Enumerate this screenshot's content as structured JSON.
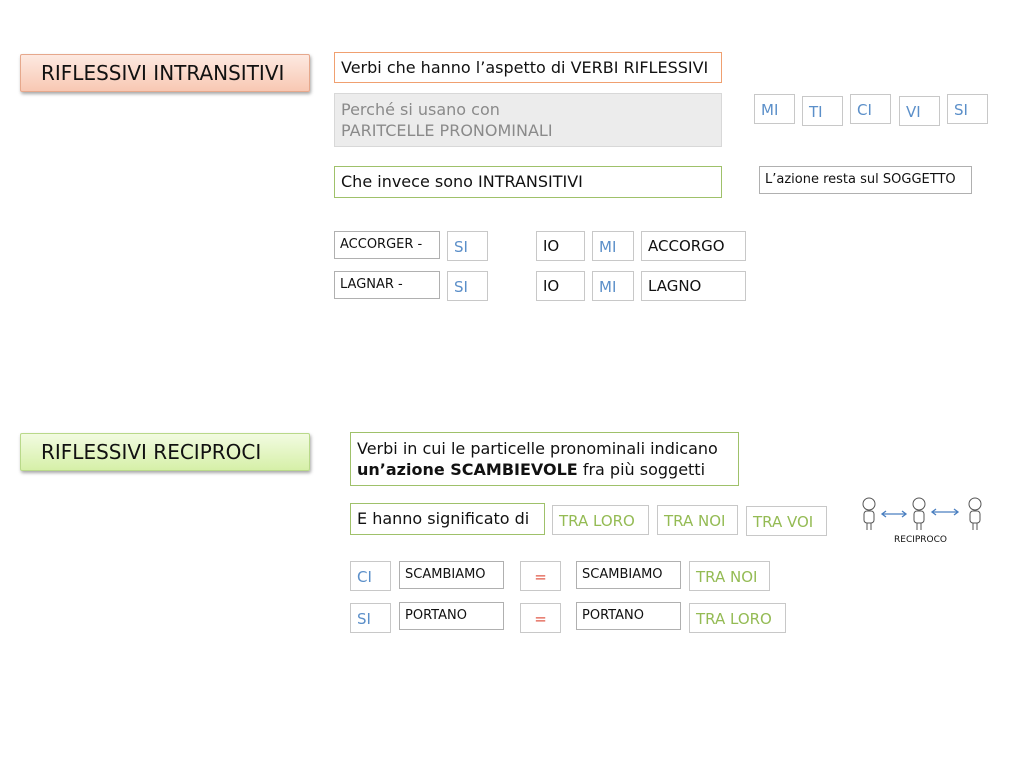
{
  "intransitivi": {
    "title": "RIFLESSIVI INTRANSITIVI",
    "desc1": "Verbi che hanno l’aspetto di VERBI RIFLESSIVI",
    "desc2_line1": "Perché si usano con",
    "desc2_line2": "PARITCELLE PRONOMINALI",
    "desc3": "Che invece sono INTRANSITIVI",
    "note": "L’azione resta sul SOGGETTO",
    "pronouns": [
      "MI",
      "TI",
      "CI",
      "VI",
      "SI"
    ],
    "examples": [
      {
        "verb": "ACCORGER -",
        "particle": "SI",
        "subject": "IO",
        "pronoun": "MI",
        "form": "ACCORGO"
      },
      {
        "verb": "LAGNAR -",
        "particle": "SI",
        "subject": "IO",
        "pronoun": "MI",
        "form": "LAGNO"
      }
    ]
  },
  "reciproci": {
    "title": "RIFLESSIVI RECIPROCI",
    "desc_line1": "Verbi in cui le particelle pronominali indicano",
    "desc_bold": "un’azione SCAMBIEVOLE",
    "desc_rest": " fra più soggetti",
    "meaning_label": "E hanno significato di",
    "meanings": [
      "TRA LORO",
      "TRA NOI",
      "TRA VOI"
    ],
    "figure_caption": "RECIPROCO",
    "examples": [
      {
        "particle": "CI",
        "verb": "SCAMBIAMO",
        "equals": "=",
        "verb2": "SCAMBIAMO",
        "meaning": "TRA NOI"
      },
      {
        "particle": "SI",
        "verb": "PORTANO",
        "equals": "=",
        "verb2": "PORTANO",
        "meaning": "TRA LORO"
      }
    ]
  },
  "colors": {
    "orange_accent": "#f0a070",
    "green_accent": "#9fc16a",
    "blue_text": "#5b8fc9",
    "green_text": "#94bb54",
    "red_text": "#e05a4a"
  }
}
